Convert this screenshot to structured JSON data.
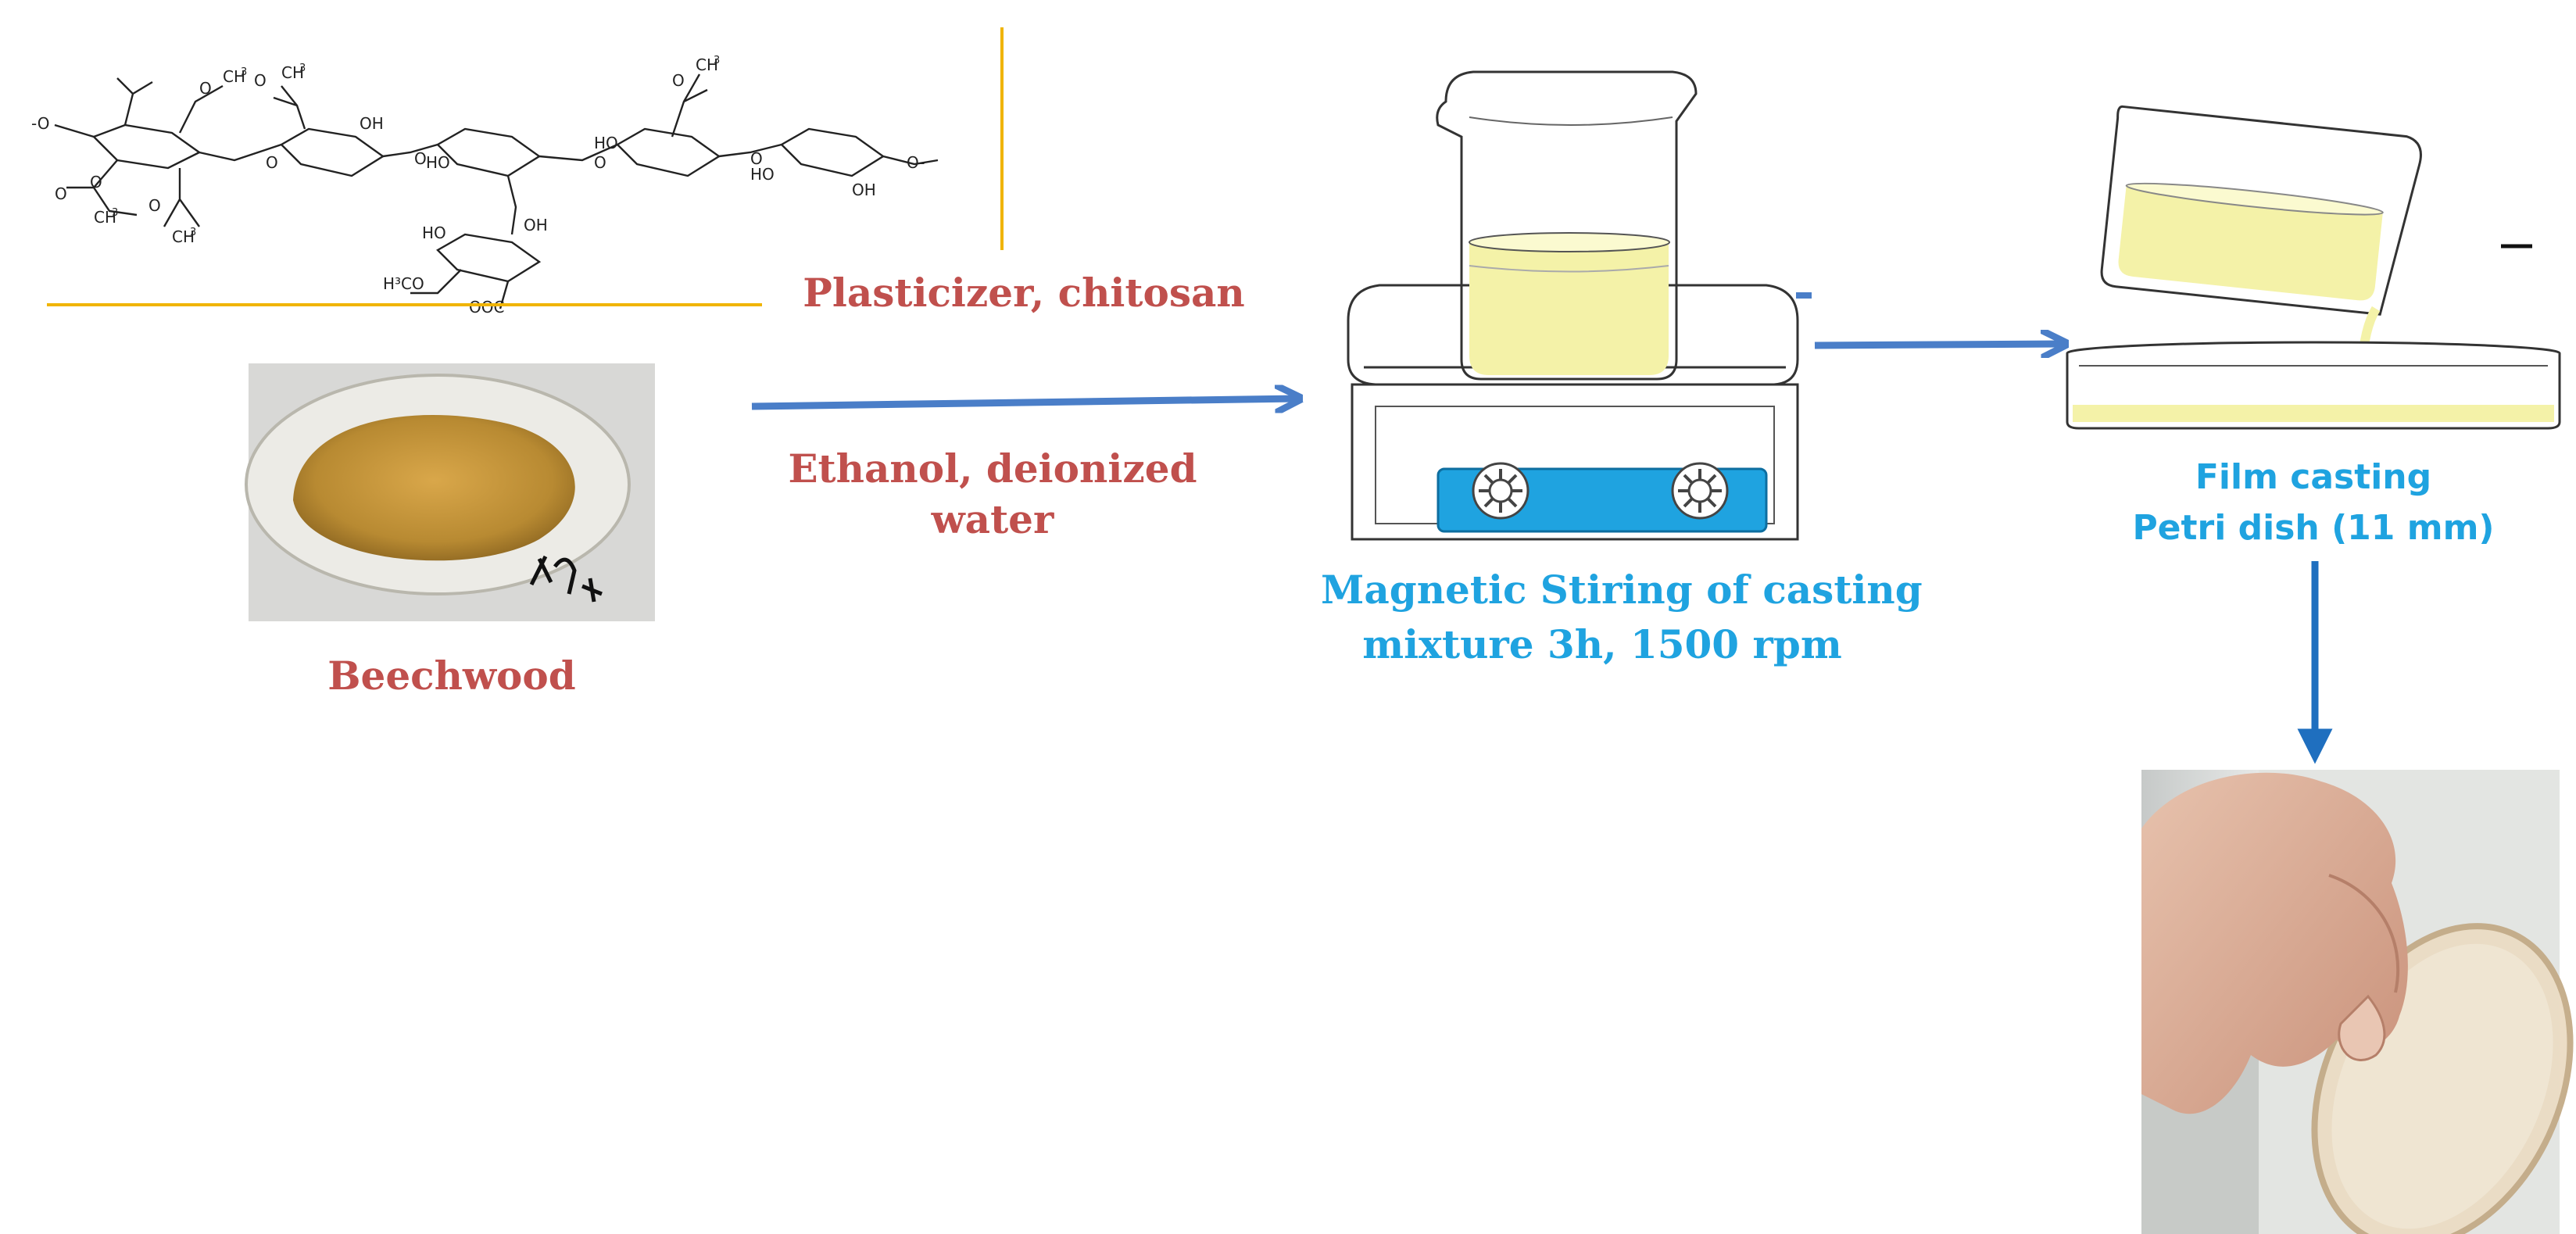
{
  "labels": {
    "reagents_top": "Plasticizer,  chitosan",
    "reagents_bottom_line1": "Ethanol, deionized",
    "reagents_bottom_line2": "water",
    "beechwood": "Beechwood",
    "stirring_line1": "Magnetic Stiring of casting",
    "stirring_line2": "mixture 3h, 1500 rpm",
    "casting_line1": "Film casting",
    "casting_line2": "Petri dish (11 mm)"
  },
  "structure": {
    "ch3": "CH",
    "superscript": "3",
    "oh": "OH",
    "ho": "HO",
    "o": "O",
    "h3co": "H³CO",
    "ooc": "OOC"
  },
  "colors": {
    "label_red": "#c0504d",
    "label_blue": "#1fa3e0",
    "arrow_blue": "#4a7ec8",
    "divider_gold": "#f0b400",
    "liquid_yellow": "#f4f2a8",
    "hotplate_blue": "#1fa3e0"
  }
}
